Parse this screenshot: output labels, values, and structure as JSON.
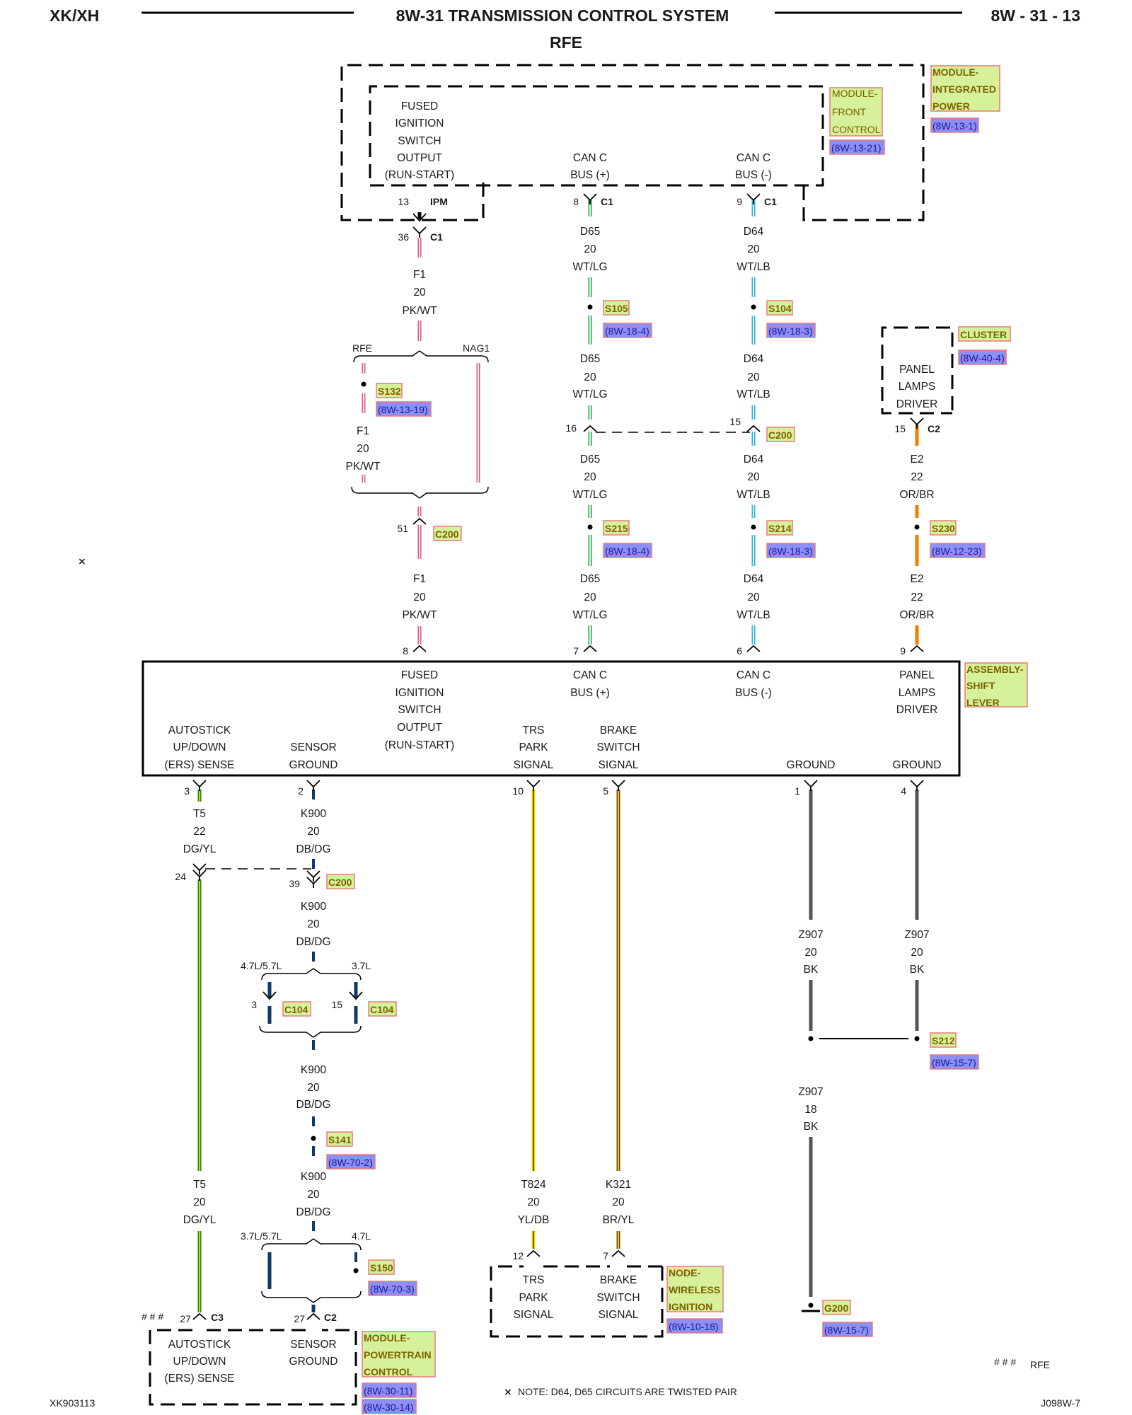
{
  "header": {
    "left": "XK/XH",
    "title": "8W-31 TRANSMISSION CONTROL SYSTEM",
    "subtitle": "RFE",
    "page": "8W - 31 - 13"
  },
  "modules": {
    "integrated_power": {
      "name": [
        "MODULE-",
        "INTEGRATED",
        "POWER"
      ],
      "ref": "(8W-13-1)"
    },
    "front_control": {
      "name": [
        "MODULE-",
        "FRONT",
        "CONTROL"
      ],
      "ref": "(8W-13-21)"
    },
    "cluster": {
      "name": "CLUSTER",
      "ref": "(8W-40-4)"
    },
    "shift_lever": {
      "name": [
        "ASSEMBLY-",
        "SHIFT",
        "LEVER"
      ]
    },
    "wireless_ignition": {
      "name": [
        "NODE-",
        "WIRELESS",
        "IGNITION"
      ],
      "ref": "(8W-10-18)"
    },
    "powertrain_control": {
      "name": [
        "MODULE-",
        "POWERTRAIN",
        "CONTROL"
      ],
      "refs": [
        "(8W-30-11)",
        "(8W-30-14)"
      ]
    }
  },
  "top_labels": {
    "fused": [
      "FUSED",
      "IGNITION",
      "SWITCH",
      "OUTPUT",
      "(RUN-START)"
    ],
    "canc_pos": [
      "CAN C",
      "BUS (+)"
    ],
    "canc_neg": [
      "CAN C",
      "BUS (-)"
    ],
    "panel_lamps": [
      "PANEL",
      "LAMPS",
      "DRIVER"
    ]
  },
  "shift_lever_labels": {
    "fused": [
      "FUSED",
      "IGNITION",
      "SWITCH",
      "OUTPUT",
      "(RUN-START)"
    ],
    "canc_pos": [
      "CAN C",
      "BUS (+)"
    ],
    "canc_neg": [
      "CAN C",
      "BUS (-)"
    ],
    "panel": [
      "PANEL",
      "LAMPS",
      "DRIVER"
    ],
    "autostick": [
      "AUTOSTICK",
      "UP/DOWN",
      "(ERS) SENSE"
    ],
    "sensor_ground": [
      "SENSOR",
      "GROUND"
    ],
    "trs": [
      "TRS",
      "PARK",
      "SIGNAL"
    ],
    "brake": [
      "BRAKE",
      "SWITCH",
      "SIGNAL"
    ],
    "ground1": "GROUND",
    "ground2": "GROUND"
  },
  "wireless_labels": {
    "trs": [
      "TRS",
      "PARK",
      "SIGNAL"
    ],
    "brake": [
      "BRAKE",
      "SWITCH",
      "SIGNAL"
    ]
  },
  "pcm_labels": {
    "autostick": [
      "AUTOSTICK",
      "UP/DOWN",
      "(ERS) SENSE"
    ],
    "sensor_ground": [
      "SENSOR",
      "GROUND"
    ]
  },
  "connectors": {
    "ipm": "IPM",
    "c1": "C1",
    "c2": "C2",
    "c3": "C3",
    "c200": "C200",
    "c104": "C104"
  },
  "pins": {
    "ipm13": "13",
    "fc8": "8",
    "fc9": "9",
    "c1_36": "36",
    "c200_16": "16",
    "c200_15": "15",
    "cl_15": "15",
    "c200_51": "51",
    "sl8": "8",
    "sl7": "7",
    "sl6": "6",
    "sl9": "9",
    "sl3": "3",
    "sl2": "2",
    "sl10": "10",
    "sl5": "5",
    "sl1": "1",
    "sl4": "4",
    "c200_24": "24",
    "c200_39": "39",
    "c104_3": "3",
    "c104_15": "15",
    "wi12": "12",
    "wi7": "7",
    "pcm27a": "27",
    "pcm27b": "27"
  },
  "wires": {
    "f1": [
      "F1",
      "20",
      "PK/WT"
    ],
    "d65": [
      "D65",
      "20",
      "WT/LG"
    ],
    "d64": [
      "D64",
      "20",
      "WT/LB"
    ],
    "e2": [
      "E2",
      "22",
      "OR/BR"
    ],
    "t5_22": [
      "T5",
      "22",
      "DG/YL"
    ],
    "t5_20": [
      "T5",
      "20",
      "DG/YL"
    ],
    "k900": [
      "K900",
      "20",
      "DB/DG"
    ],
    "t824": [
      "T824",
      "20",
      "YL/DB"
    ],
    "k321": [
      "K321",
      "20",
      "BR/YL"
    ],
    "z907_20": [
      "Z907",
      "20",
      "BK"
    ],
    "z907_18": [
      "Z907",
      "18",
      "BK"
    ]
  },
  "splices": {
    "s105": {
      "name": "S105",
      "ref": "(8W-18-4)"
    },
    "s104": {
      "name": "S104",
      "ref": "(8W-18-3)"
    },
    "s132": {
      "name": "S132",
      "ref": "(8W-13-19)"
    },
    "s215": {
      "name": "S215",
      "ref": "(8W-18-4)"
    },
    "s214": {
      "name": "S214",
      "ref": "(8W-18-3)"
    },
    "s230": {
      "name": "S230",
      "ref": "(8W-12-23)"
    },
    "s141": {
      "name": "S141",
      "ref": "(8W-70-2)"
    },
    "s150": {
      "name": "S150",
      "ref": "(8W-70-3)"
    },
    "s212": {
      "name": "S212",
      "ref": "(8W-15-7)"
    },
    "g200": {
      "name": "G200",
      "ref": "(8W-15-7)"
    }
  },
  "branches": {
    "rfe": "RFE",
    "nag1": "NAG1",
    "eng_a": "4.7L/5.7L",
    "eng_b": "3.7L",
    "eng_c": "3.7L/5.7L",
    "eng_d": "4.7L"
  },
  "footer": {
    "left_code": "XK903113",
    "note": "NOTE:  D64, D65    CIRCUITS ARE TWISTED PAIR",
    "right_code": "J098W-7",
    "rfe": "RFE",
    "hashes": "# # #"
  },
  "colors": {
    "pk_wt": "#e05a78",
    "wt_lg": "#1fa34a",
    "wt_lb": "#27b6d6",
    "or_br": "#ef7d00",
    "dg_yl": "#1e8c1e",
    "db_dg": "#0d3a66",
    "yl_db": "#e8d700",
    "br_yl": "#7a4a10",
    "bk": "#555555",
    "tag_yellow_bg": "#d7f19a",
    "tag_purple_bg": "#8d8ff5",
    "tag_border": "#e87a7a"
  }
}
